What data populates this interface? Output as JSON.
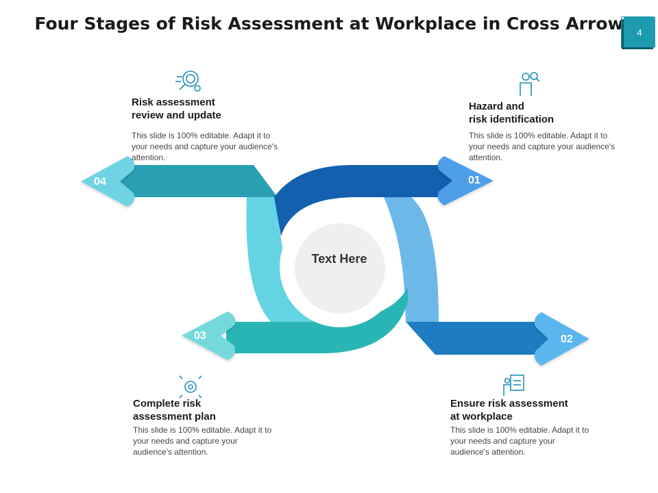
{
  "title": "Four Stages of Risk Assessment at Workplace in Cross Arrow",
  "page_number": "4",
  "center_label": "Text Here",
  "stages": [
    {
      "number": "01",
      "title": "Hazard and\nrisk identification",
      "description": "This slide is 100% editable. Adapt it to your needs and capture your audience's attention.",
      "icon": "person-magnifier-icon",
      "color": "#4f9ee8"
    },
    {
      "number": "02",
      "title": "Ensure risk assessment\nat workplace",
      "description": "This slide is 100% editable. Adapt it to your needs and capture your audience's attention.",
      "icon": "presentation-board-icon",
      "color": "#5bb6ee"
    },
    {
      "number": "03",
      "title": "Complete risk\nassessment  plan",
      "description": "This slide is 100% editable. Adapt it to your needs and capture your audience's attention.",
      "icon": "gear-arrows-icon",
      "color": "#74d9dc"
    },
    {
      "number": "04",
      "title": "Risk assessment\nreview and update",
      "description": "This slide is 100% editable. Adapt it to your needs and capture your audience's attention.",
      "icon": "magnifier-gear-icon",
      "color": "#6fd3e3"
    }
  ]
}
